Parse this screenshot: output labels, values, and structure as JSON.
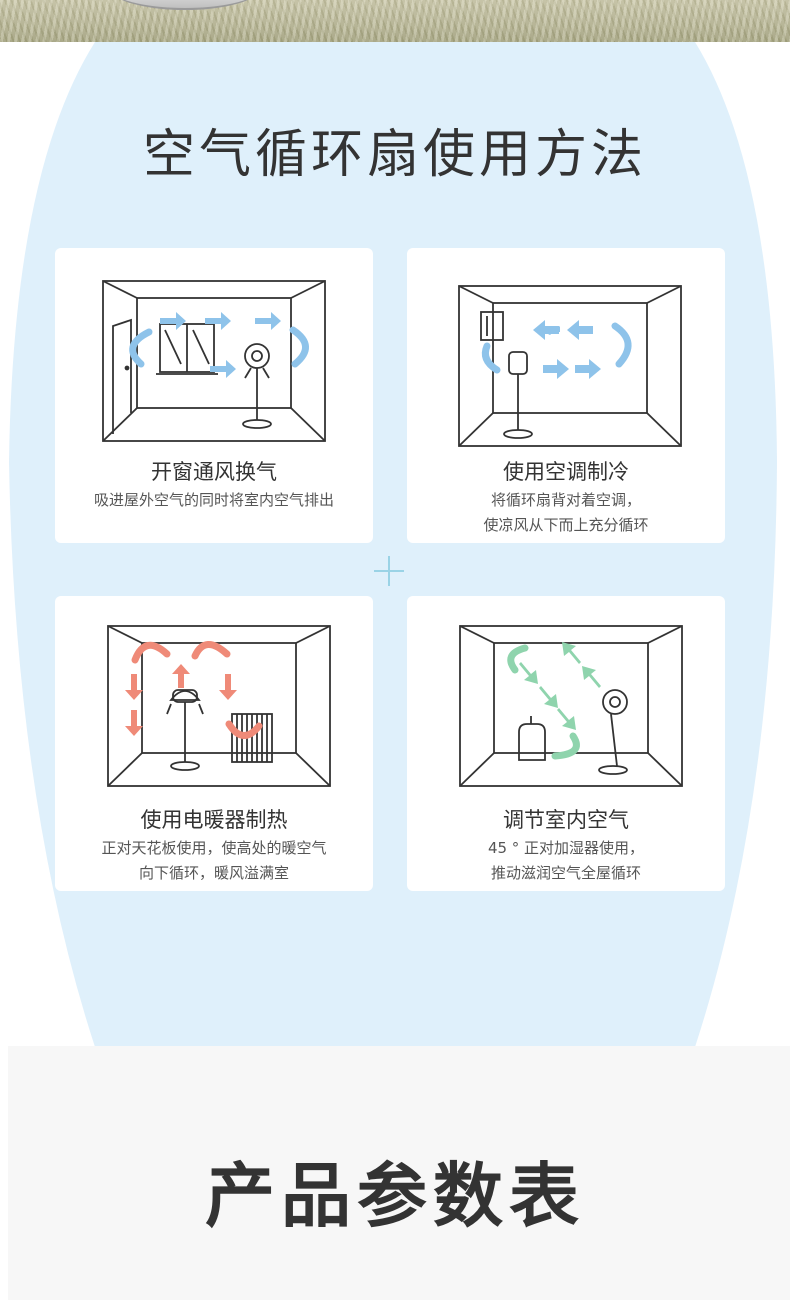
{
  "usage_section": {
    "title": "空气循环扇使用方法",
    "cards": [
      {
        "title": "开窗通风换气",
        "desc_lines": [
          "吸进屋外空气的同时将室内空气排出"
        ]
      },
      {
        "title": "使用空调制冷",
        "desc_lines": [
          "将循环扇背对着空调，",
          "使凉风从下而上充分循环"
        ]
      },
      {
        "title": "使用电暖器制热",
        "desc_lines": [
          "正对天花板使用，使高处的暖空气",
          "向下循环，暖风溢满室"
        ]
      },
      {
        "title": "调节室内空气",
        "desc_lines": [
          "45 ° 正对加湿器使用，",
          "推动滋润空气全屋循环"
        ]
      }
    ]
  },
  "params_section": {
    "title": "产品参数表"
  },
  "colors": {
    "background_blue": "#dff0fb",
    "arrow_blue": "#8ec3ea",
    "arrow_red": "#ef8a78",
    "arrow_green": "#8fd4ad",
    "line": "#333333"
  }
}
